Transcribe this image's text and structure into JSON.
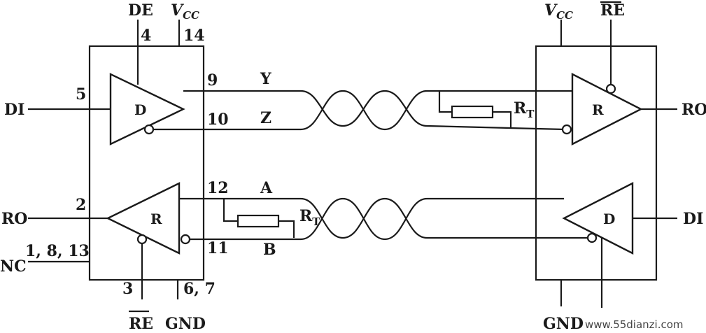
{
  "diagram": {
    "left_chip": {
      "pins": {
        "de_label": "DE",
        "de_pin": "4",
        "vcc_label": "V",
        "vcc_sub": "CC",
        "vcc_pin": "14",
        "di_label": "DI",
        "di_pin": "5",
        "ro_label": "RO",
        "ro_pin": "2",
        "nc_label": "NC",
        "nc_pins": "1, 8, 13",
        "re_label": "RE",
        "re_pin": "3",
        "gnd_label": "GND",
        "gnd_pins": "6, 7",
        "y_pin": "9",
        "z_pin": "10",
        "a_pin": "12",
        "b_pin": "11"
      },
      "driver_letter": "D",
      "receiver_letter": "R"
    },
    "line_labels": {
      "y": "Y",
      "z": "Z",
      "a": "A",
      "b": "B"
    },
    "resistor_top": {
      "label": "R",
      "sub": "T"
    },
    "resistor_bottom": {
      "label": "R",
      "sub": "T"
    },
    "right_chip": {
      "vcc_label": "V",
      "vcc_sub": "CC",
      "re_label": "RE",
      "ro_label": "RO",
      "di_label": "DI",
      "gnd_label": "GND",
      "receiver_letter": "R",
      "driver_letter": "D"
    },
    "watermark": "www.55dianzi.com"
  }
}
